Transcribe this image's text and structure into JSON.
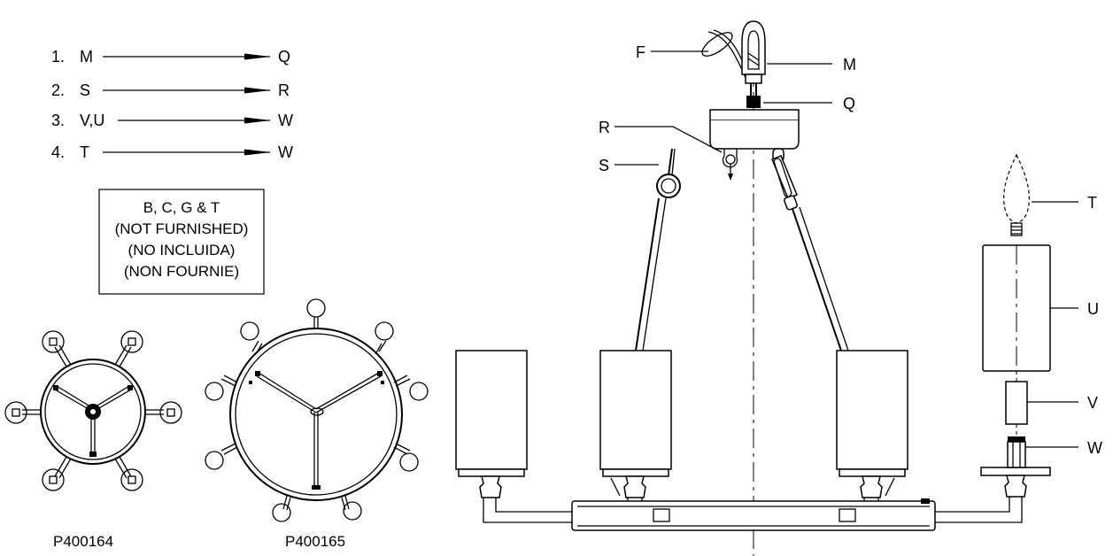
{
  "steps": [
    {
      "num": "1.",
      "from": "M",
      "to": "Q"
    },
    {
      "num": "2.",
      "from": "S",
      "to": "R"
    },
    {
      "num": "3.",
      "from": "V,U",
      "to": "W"
    },
    {
      "num": "4.",
      "from": "T",
      "to": "W"
    }
  ],
  "not_furnished": {
    "line1": "B, C, G & T",
    "line2": "(NOT FURNISHED)",
    "line3": "(NO INCLUIDA)",
    "line4": "(NON FOURNIE)"
  },
  "models": {
    "small": "P400164",
    "large": "P400165"
  },
  "callouts": {
    "F": "F",
    "M": "M",
    "Q": "Q",
    "R": "R",
    "S": "S",
    "T": "T",
    "U": "U",
    "V": "V",
    "W": "W"
  }
}
